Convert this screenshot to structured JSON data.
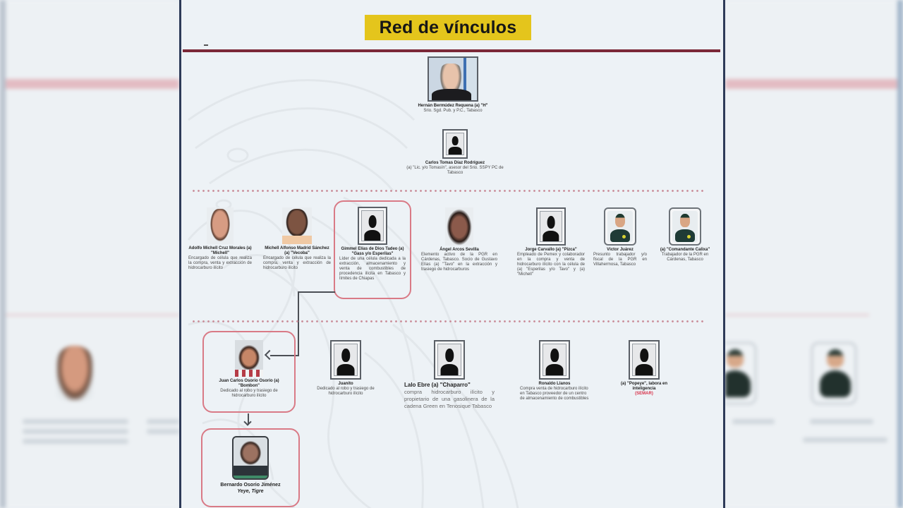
{
  "slide": {
    "title": "Red de vínculos",
    "colors": {
      "title_bg": "#e4c51c",
      "top_rule": "#7b2838",
      "highlight_border": "#d97a86",
      "dotted_separator": "#c98c98",
      "accent_red_text": "#d8324a"
    }
  },
  "tier1": [
    {
      "name": "Hernán Bermúdez Requena (a) \"H\"",
      "description": "Srio. Sgd. Pub. y P.C., Tabasco",
      "photo": "photo"
    },
    {
      "name": "Carlos Tomas Díaz Rodríguez",
      "description": "(a) \"Lic. y/o Tomasín\", asesor del Srio. SSPY PC de Tabasco",
      "photo": "silhouette-icon"
    }
  ],
  "tier2": [
    {
      "name": "Adolfo Michell Cruz Morales (a) \"Michell\"",
      "description": "Encargado de célula que realiza la compra, venta y extracción de hidrocarburo ilícito",
      "photo": "photo"
    },
    {
      "name": "Michell Alfonso Madrid Sánchez (a) \"Vecoba\"",
      "description": "Encargado de célula que realiza la compra, venta y extracción de hidrocarburo ilícito",
      "photo": "photo"
    },
    {
      "name": "Gimmel Elías de Dios Tadeo (a) \"Gass y/o Esperilas\"",
      "description": "Líder de una célula dedicada a la extracción, almacenamiento y venta de combustibles de procedencia ilícita en Tabasco y límites de Chiapas",
      "photo": "silhouette-icon",
      "highlighted": true
    },
    {
      "name": "Ángel Arcos Sevilla",
      "description": "Elemento activo de la PGR en Cárdenas, Tabasco. Socio de Gustavo Elías (a) \"Tavo\" en la extracción y trasiego de hidrocarburos",
      "photo": "photo"
    },
    {
      "name": "Jorge Carvallo (a) \"Pizca\"",
      "description": "Empleado de Pemex y colaborador en la compra y venta de hidrocarburo ilícito con la célula de (a) \"Esperilas y/o Tavo\" y (a) \"Michell\"",
      "photo": "silhouette-icon"
    },
    {
      "name": "Víctor Juárez",
      "description": "Presunto trabajador y/o fiscal de la PGR en Villahermosa, Tabasco",
      "photo": "officer-icon"
    },
    {
      "name": "(a) \"Comandante Calixa\"",
      "description": "Trabajador de la PGR en Cárdenas, Tabasco",
      "photo": "officer-icon"
    }
  ],
  "tier3": [
    {
      "name": "Juan Carlos Osorio Osorio (a) \"Bombon\"",
      "description": "Dedicado al robo y trasiego de hidrocarburo ilícito",
      "photo": "photo",
      "highlighted": true
    },
    {
      "name": "Juanito",
      "description": "Dedicado al robo y trasiego de hidrocarburo ilícito",
      "photo": "silhouette-icon"
    },
    {
      "name": "Lalo Ebre (a) \"Chaparro\"",
      "description": "compra hidrocarburo ilícito y propietario de una gasolinera de la cadena Green en Tenosique Tabasco",
      "photo": "silhouette-icon"
    },
    {
      "name": "Ronaldo Llanos",
      "description": "Compra venta de hidrocarburo ilícito en Tabasco proveedor de un centro de almacenamiento de combustibles",
      "photo": "silhouette-icon"
    },
    {
      "name": "(a) \"Popeye\", labora en inteligencia",
      "description": "(SEMAR)",
      "photo": "silhouette-icon"
    }
  ],
  "tier4": [
    {
      "name": "Bernardo Osorio Jiménez",
      "description": "Yeye, Tigre",
      "photo": "photo",
      "highlighted": true
    }
  ]
}
